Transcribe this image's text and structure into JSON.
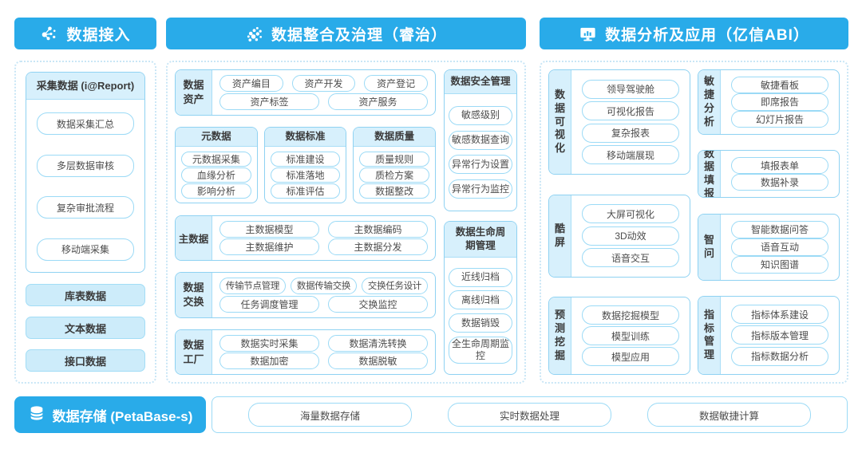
{
  "colors": {
    "header_blue": "#29abe9",
    "light_blue_fill": "#d7f0fc",
    "item_fill": "#cdecfa",
    "card_border": "#8fd2f2",
    "box_border": "#9bdaf6",
    "text_dark": "#3b3b3b",
    "text_item": "#4c4c4c"
  },
  "headers": {
    "access": {
      "label": "数据接入",
      "icon": "network-nodes-icon"
    },
    "governance": {
      "label": "数据整合及治理（睿治）",
      "icon": "dots-cluster-icon"
    },
    "analysis": {
      "label": "数据分析及应用（亿信ABI）",
      "icon": "monitor-chart-icon"
    }
  },
  "left_panel": {
    "collect_card": {
      "title": "采集数据 (i@Report)",
      "items": [
        "数据采集汇总",
        "多层数据审核",
        "复杂审批流程",
        "移动端采集"
      ]
    },
    "source_boxes": [
      "库表数据",
      "文本数据",
      "接口数据"
    ]
  },
  "middle_panel": {
    "asset": {
      "label": "数据资产",
      "row1": [
        "资产编目",
        "资产开发",
        "资产登记"
      ],
      "row2": [
        "资产标签",
        "资产服务"
      ]
    },
    "meta": {
      "title": "元数据",
      "items": [
        "元数据采集",
        "血缘分析",
        "影响分析"
      ]
    },
    "standard": {
      "title": "数据标准",
      "items": [
        "标准建设",
        "标准落地",
        "标准评估"
      ]
    },
    "quality": {
      "title": "数据质量",
      "items": [
        "质量规则",
        "质检方案",
        "数据整改"
      ]
    },
    "master": {
      "label": "主数据",
      "row1": [
        "主数据模型",
        "主数据编码"
      ],
      "row2": [
        "主数据维护",
        "主数据分发"
      ]
    },
    "exchange": {
      "label": "数据交换",
      "row1": [
        "传输节点管理",
        "数据传输交换",
        "交换任务设计"
      ],
      "row2": [
        "任务调度管理",
        "交换监控"
      ]
    },
    "factory": {
      "label": "数据工厂",
      "row1": [
        "数据实时采集",
        "数据清洗转换"
      ],
      "row2": [
        "数据加密",
        "数据脱敏"
      ]
    },
    "security": {
      "title": "数据安全管理",
      "items": [
        "敏感级别",
        "敏感数据查询",
        "异常行为设置",
        "异常行为监控"
      ]
    },
    "lifecycle": {
      "title": "数据生命周期管理",
      "items": [
        "近线归档",
        "离线归档",
        "数据销毁",
        "全生命周期监控"
      ]
    }
  },
  "right_panel": {
    "visualization": {
      "label": "数据可视化",
      "items": [
        "领导驾驶舱",
        "可视化报告",
        "复杂报表",
        "移动端展现"
      ]
    },
    "coolscreen": {
      "label": "酷屏",
      "items": [
        "大屏可视化",
        "3D动效",
        "语音交互"
      ]
    },
    "mining": {
      "label": "预测挖掘",
      "items": [
        "数据挖掘模型",
        "模型训练",
        "模型应用"
      ]
    },
    "agile": {
      "label": "敏捷分析",
      "items": [
        "敏捷看板",
        "即席报告",
        "幻灯片报告"
      ]
    },
    "filling": {
      "label": "数据填报",
      "items": [
        "填报表单",
        "数据补录"
      ]
    },
    "zhiwen": {
      "label": "智问",
      "items": [
        "智能数据问答",
        "语音互动",
        "知识图谱"
      ]
    },
    "indicator": {
      "label": "指标管理",
      "items": [
        "指标体系建设",
        "指标版本管理",
        "指标数据分析"
      ]
    }
  },
  "bottom": {
    "storage": {
      "label": "数据存储 (PetaBase-s)",
      "icon": "database-icon"
    },
    "items": [
      "海量数据存储",
      "实时数据处理",
      "数据敏捷计算"
    ]
  }
}
